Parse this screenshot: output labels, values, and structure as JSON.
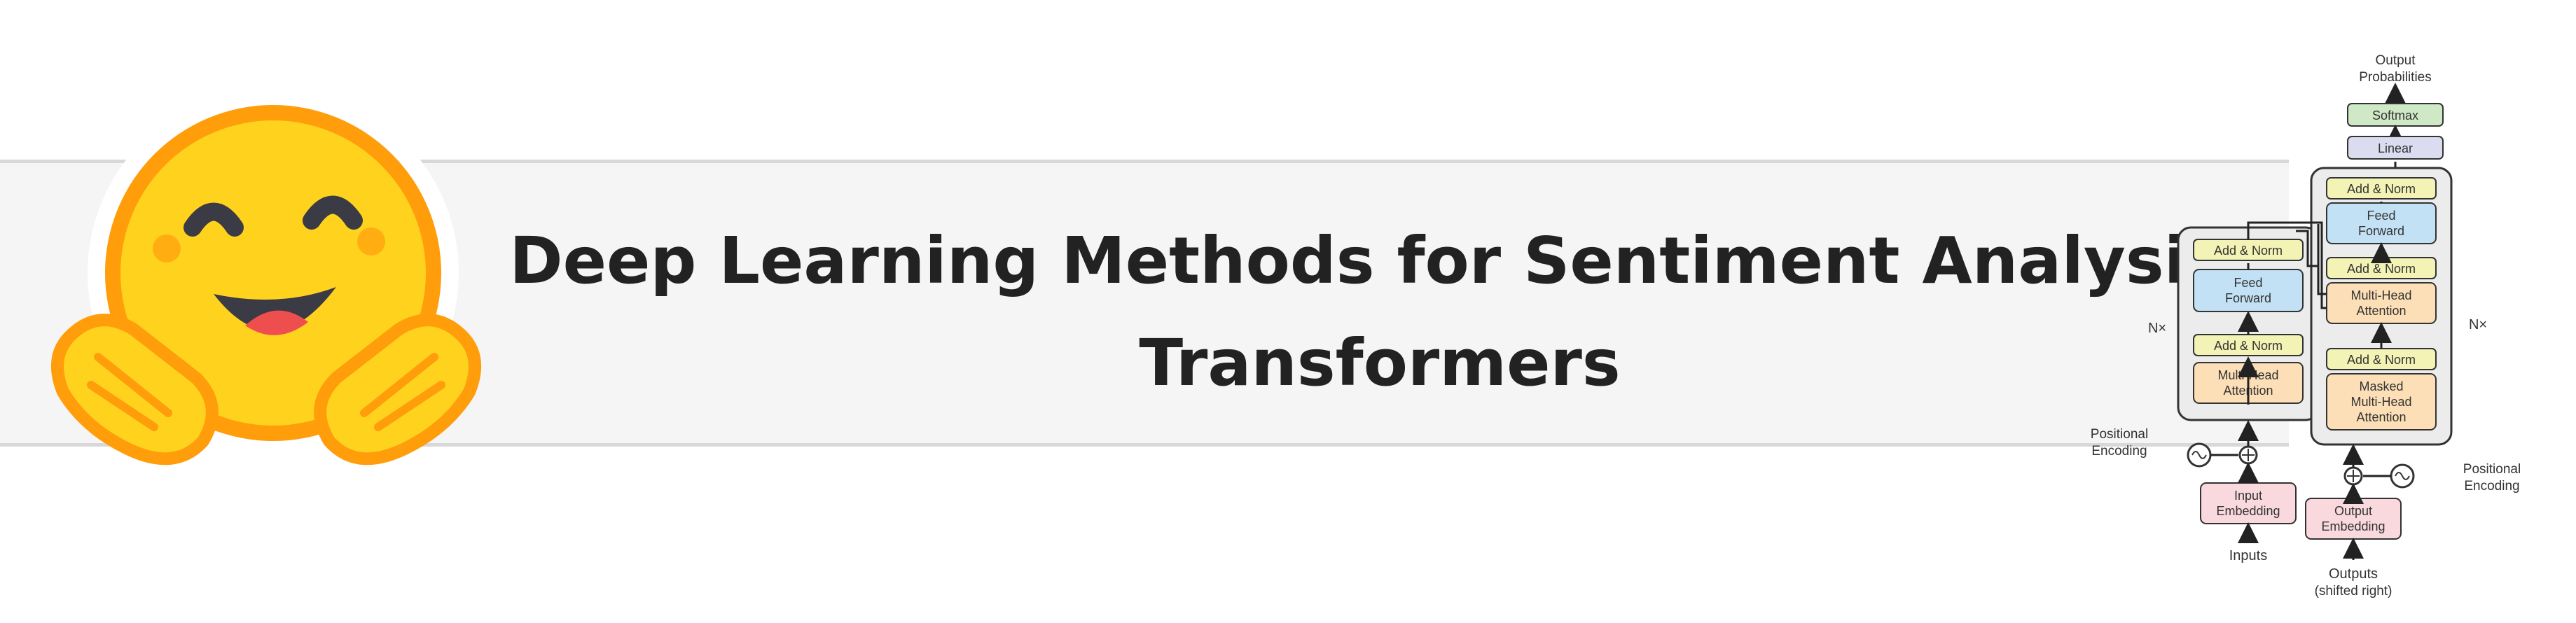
{
  "title": {
    "line1": "Deep Learning Methods for Sentiment Analysis:",
    "line2": "Transformers"
  },
  "logo": {
    "icon": "hugging-face-emoji"
  },
  "architecture": {
    "encoder": {
      "add_norm_top": "Add & Norm",
      "feed_forward": [
        "Feed",
        "Forward"
      ],
      "add_norm_bottom": "Add & Norm",
      "attention": [
        "Multi-Head",
        "Attention"
      ],
      "repeat": "N×",
      "positional": [
        "Positional",
        "Encoding"
      ],
      "embedding": [
        "Input",
        "Embedding"
      ],
      "input_label": "Inputs"
    },
    "decoder": {
      "output_probs": [
        "Output",
        "Probabilities"
      ],
      "softmax": "Softmax",
      "linear": "Linear",
      "add_norm_1": "Add & Norm",
      "feed_forward": [
        "Feed",
        "Forward"
      ],
      "add_norm_2": "Add & Norm",
      "cross_attention": [
        "Multi-Head",
        "Attention"
      ],
      "add_norm_3": "Add & Norm",
      "masked_attention": [
        "Masked",
        "Multi-Head",
        "Attention"
      ],
      "repeat": "N×",
      "positional": [
        "Positional",
        "Encoding"
      ],
      "embedding": [
        "Output",
        "Embedding"
      ],
      "output_label": [
        "Outputs",
        "(shifted right)"
      ]
    }
  },
  "colors": {
    "title": "#222222",
    "banner": "#f5f5f5",
    "emoji_face": "#FFD21E",
    "emoji_outline": "#FF9D0B",
    "add_norm": "#f3f3b6",
    "feed_forward": "#c2e1f4",
    "attention": "#fcdfb7",
    "embedding": "#f9d9de",
    "softmax": "#cfe9c6",
    "linear": "#dcdcf0"
  }
}
